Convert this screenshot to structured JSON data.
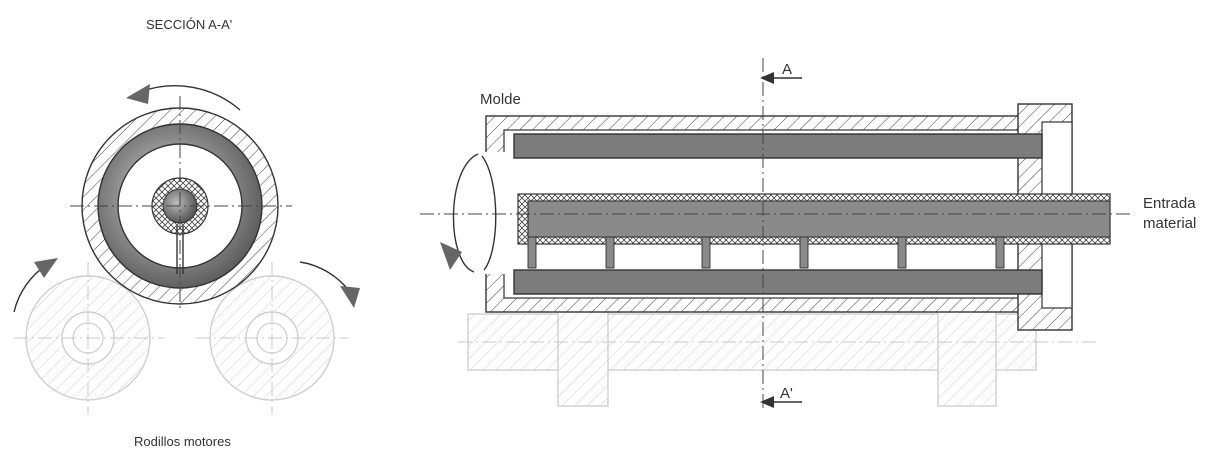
{
  "labels": {
    "section_title": "SECCIÓN A-A'",
    "mold": "Molde",
    "material_inlet_line1": "Entrada",
    "material_inlet_line2": "material",
    "section_mark_top": "A",
    "section_mark_bottom": "A'",
    "drive_rollers": "Rodillos motores"
  },
  "colors": {
    "ink": "#333333",
    "dark_fill": "#7c7c7c",
    "light_ink": "#cfcfcf"
  }
}
